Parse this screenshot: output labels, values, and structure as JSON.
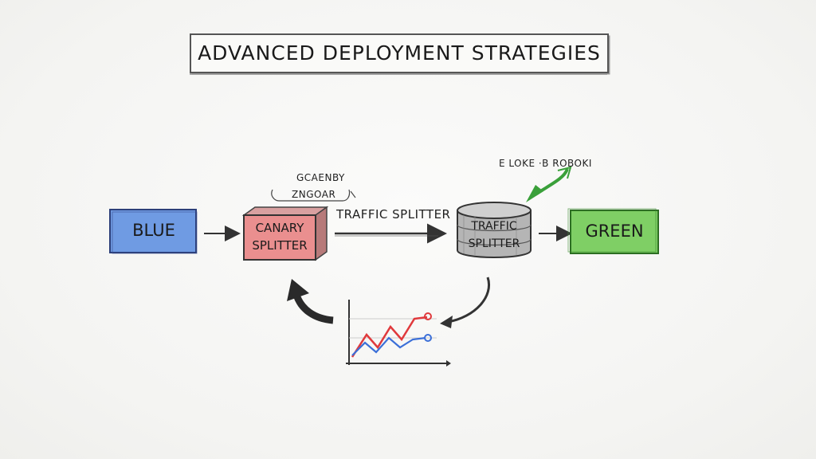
{
  "title": "ADVANCED DEPLOYMENT STRATEGIES",
  "nodes": {
    "blue": {
      "label": "BLUE",
      "color": "#5b8ee0"
    },
    "canary": {
      "line1": "CANARY",
      "line2": "SPLITTER",
      "color": "#e88a8a"
    },
    "canary_annotation_top": "GCAENBY",
    "canary_annotation_bottom": "ZNGOAR",
    "traffic_label": "TRAFFIC SPLITTER",
    "traffic_db": {
      "line1": "TRAFFIC",
      "line2": "SPLITTER",
      "color": "#9a9a9a"
    },
    "db_annotation": "E LOKE ·B ROBOKI",
    "green": {
      "label": "GREEN",
      "color": "#79c95e"
    }
  },
  "monitor_chart": {
    "red_series_color": "#e0393c",
    "blue_series_color": "#3b6fd8"
  }
}
